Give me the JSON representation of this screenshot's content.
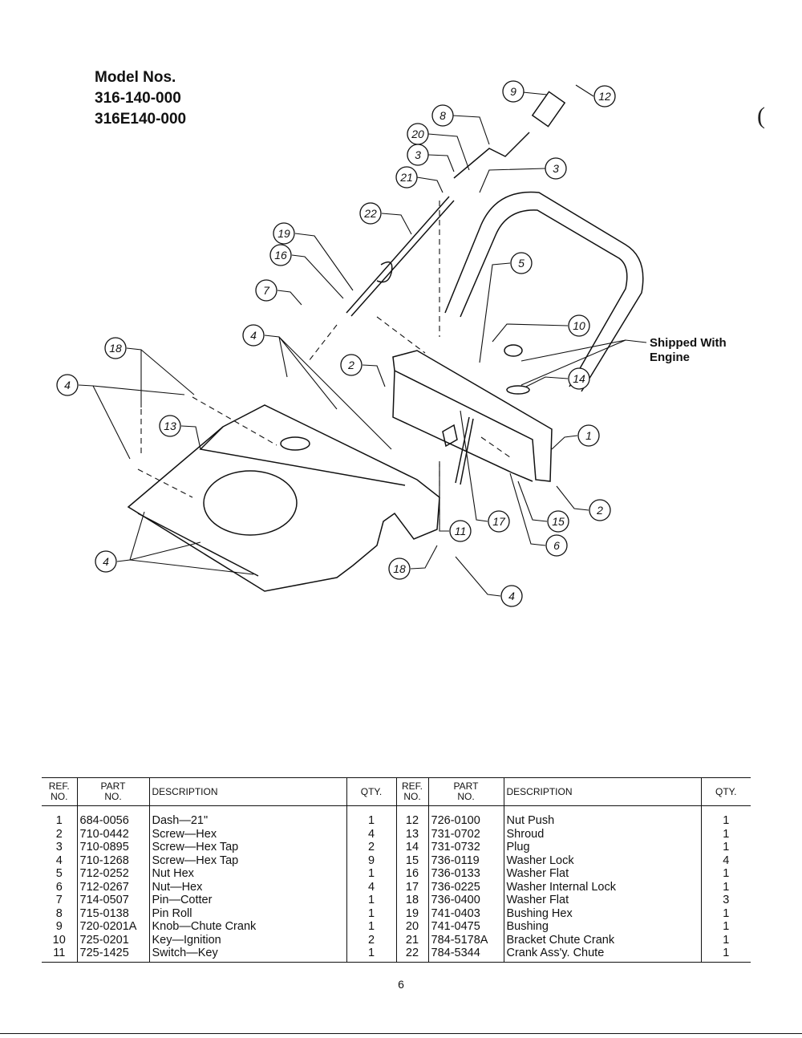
{
  "header": {
    "title": "Model Nos.",
    "models": [
      "316-140-000",
      "316E140-000"
    ]
  },
  "diagram": {
    "note_line1": "Shipped With",
    "note_line2": "Engine",
    "callout_numbers": [
      "9",
      "12",
      "8",
      "20",
      "3",
      "3",
      "21",
      "22",
      "19",
      "16",
      "7",
      "5",
      "10",
      "4",
      "18",
      "4",
      "2",
      "14",
      "13",
      "1",
      "2",
      "15",
      "6",
      "11",
      "17",
      "4",
      "18",
      "4"
    ]
  },
  "table": {
    "headers": {
      "ref_line1": "REF.",
      "ref_line2": "NO.",
      "part_line1": "PART",
      "part_line2": "NO.",
      "description": "DESCRIPTION",
      "qty": "QTY."
    },
    "rows": [
      {
        "left": {
          "ref": "1",
          "part": "684-0056",
          "desc": "Dash—21\"",
          "qty": "1"
        },
        "right": {
          "ref": "12",
          "part": "726-0100",
          "desc": "Nut Push",
          "qty": "1"
        }
      },
      {
        "left": {
          "ref": "2",
          "part": "710-0442",
          "desc": "Screw—Hex",
          "qty": "4"
        },
        "right": {
          "ref": "13",
          "part": "731-0702",
          "desc": "Shroud",
          "qty": "1"
        }
      },
      {
        "left": {
          "ref": "3",
          "part": "710-0895",
          "desc": "Screw—Hex Tap",
          "qty": "2"
        },
        "right": {
          "ref": "14",
          "part": "731-0732",
          "desc": "Plug",
          "qty": "1"
        }
      },
      {
        "left": {
          "ref": "4",
          "part": "710-1268",
          "desc": "Screw—Hex Tap",
          "qty": "9"
        },
        "right": {
          "ref": "15",
          "part": "736-0119",
          "desc": "Washer Lock",
          "qty": "4"
        }
      },
      {
        "left": {
          "ref": "5",
          "part": "712-0252",
          "desc": "Nut Hex",
          "qty": "1"
        },
        "right": {
          "ref": "16",
          "part": "736-0133",
          "desc": "Washer Flat",
          "qty": "1"
        }
      },
      {
        "left": {
          "ref": "6",
          "part": "712-0267",
          "desc": "Nut—Hex",
          "qty": "4"
        },
        "right": {
          "ref": "17",
          "part": "736-0225",
          "desc": "Washer Internal Lock",
          "qty": "1"
        }
      },
      {
        "left": {
          "ref": "7",
          "part": "714-0507",
          "desc": "Pin—Cotter",
          "qty": "1"
        },
        "right": {
          "ref": "18",
          "part": "736-0400",
          "desc": "Washer Flat",
          "qty": "3"
        }
      },
      {
        "left": {
          "ref": "8",
          "part": "715-0138",
          "desc": "Pin Roll",
          "qty": "1"
        },
        "right": {
          "ref": "19",
          "part": "741-0403",
          "desc": "Bushing Hex",
          "qty": "1"
        }
      },
      {
        "left": {
          "ref": "9",
          "part": "720-0201A",
          "desc": "Knob—Chute Crank",
          "qty": "1"
        },
        "right": {
          "ref": "20",
          "part": "741-0475",
          "desc": "Bushing",
          "qty": "1"
        }
      },
      {
        "left": {
          "ref": "10",
          "part": "725-0201",
          "desc": "Key—Ignition",
          "qty": "2"
        },
        "right": {
          "ref": "21",
          "part": "784-5178A",
          "desc": "Bracket Chute Crank",
          "qty": "1"
        }
      },
      {
        "left": {
          "ref": "11",
          "part": "725-1425",
          "desc": "Switch—Key",
          "qty": "1"
        },
        "right": {
          "ref": "22",
          "part": "784-5344",
          "desc": "Crank Ass'y. Chute",
          "qty": "1"
        }
      }
    ]
  },
  "footer": {
    "page_number": "6"
  }
}
